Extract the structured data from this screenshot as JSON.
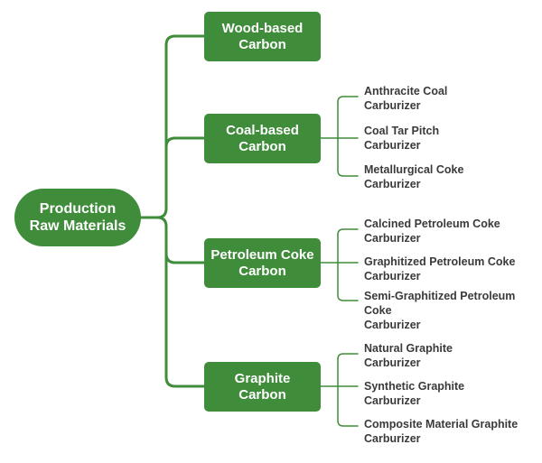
{
  "colors": {
    "node_fill": "#3f8c3a",
    "connector": "#3f8c3a",
    "leaf_text": "#3a3a3a"
  },
  "root": {
    "label": "Production\nRaw Materials"
  },
  "branches": [
    {
      "label": "Wood-based\nCarbon",
      "leaves": []
    },
    {
      "label": "Coal-based\nCarbon",
      "leaves": [
        "Anthracite Coal\nCarburizer",
        "Coal Tar Pitch\nCarburizer",
        "Metallurgical Coke\nCarburizer"
      ]
    },
    {
      "label": "Petroleum Coke\nCarbon",
      "leaves": [
        "Calcined Petroleum Coke\nCarburizer",
        "Graphitized Petroleum Coke\nCarburizer",
        "Semi-Graphitized Petroleum Coke\nCarburizer"
      ]
    },
    {
      "label": "Graphite\nCarbon",
      "leaves": [
        "Natural Graphite\nCarburizer",
        "Synthetic Graphite\nCarburizer",
        "Composite Material Graphite\nCarburizer"
      ]
    }
  ]
}
